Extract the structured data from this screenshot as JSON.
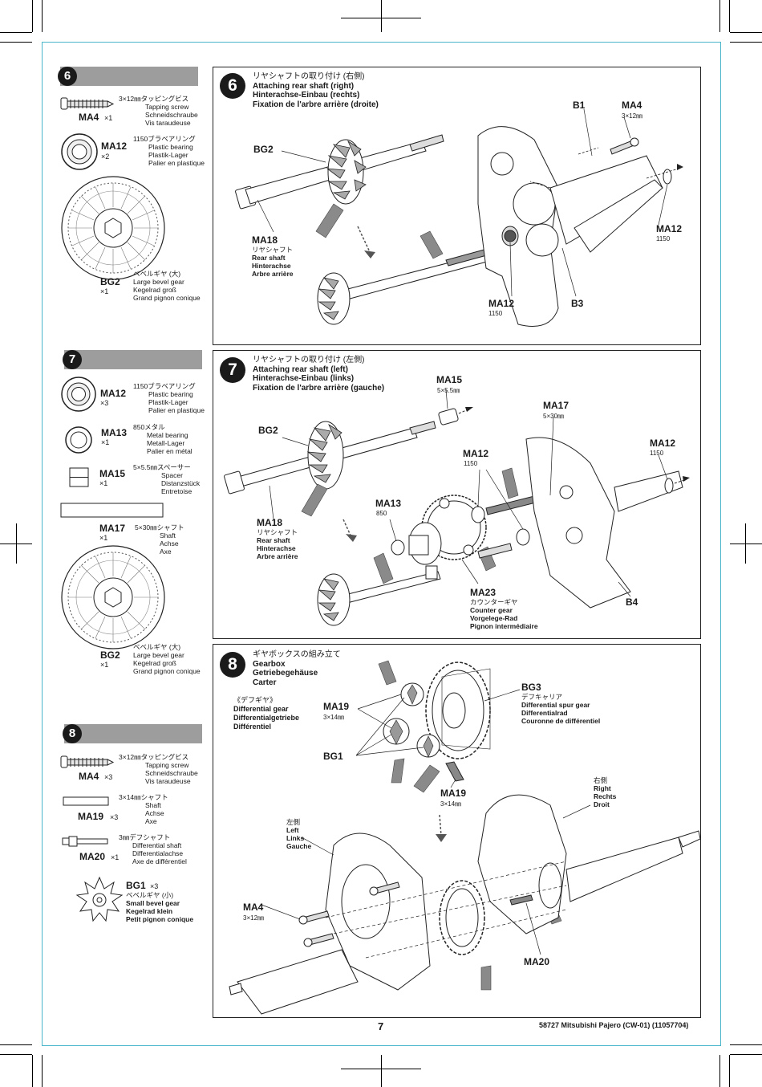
{
  "page": {
    "number": "7",
    "footer": "58727  Mitsubishi Pajero (CW-01) (11057704)"
  },
  "step6": {
    "number": "6",
    "parts": [
      {
        "code": "MA4",
        "qty": "×1",
        "lines": [
          "3×12㎜タッピングビス",
          "Tapping screw",
          "Schneidschraube",
          "Vis taraudeuse"
        ]
      },
      {
        "code": "MA12",
        "qty": "×2",
        "lines": [
          "1150ブラベアリング",
          "Plastic bearing",
          "Plastik-Lager",
          "Palier en plastique"
        ]
      },
      {
        "code": "BG2",
        "qty": "×1",
        "lines": [
          "ベベルギヤ (大)",
          "Large bevel gear",
          "Kegelrad groß",
          "Grand pignon conique"
        ]
      }
    ],
    "panel": {
      "title_jp": "リヤシャフトの取り付け (右側)",
      "title_en": "Attaching rear shaft (right)",
      "title_de": "Hinterachse-Einbau (rechts)",
      "title_fr": "Fixation de l'arbre arrière (droite)",
      "labels": {
        "b1": "B1",
        "ma4": "MA4",
        "ma4_spec": "3×12㎜",
        "bg2": "BG2",
        "ma12_right": "MA12",
        "ma12_right_spec": "1150",
        "ma12_bottom": "MA12",
        "ma12_bottom_spec": "1150",
        "b3": "B3"
      },
      "ma18": {
        "code": "MA18",
        "lines": [
          "リヤシャフト",
          "Rear shaft",
          "Hinterachse",
          "Arbre arrière"
        ]
      }
    }
  },
  "step7": {
    "number": "7",
    "parts": [
      {
        "code": "MA12",
        "qty": "×3",
        "lines": [
          "1150ブラベアリング",
          "Plastic bearing",
          "Plastik-Lager",
          "Palier en plastique"
        ]
      },
      {
        "code": "MA13",
        "qty": "×1",
        "lines": [
          "850メタル",
          "Metal bearing",
          "Metall-Lager",
          "Palier en métal"
        ]
      },
      {
        "code": "MA15",
        "qty": "×1",
        "lines": [
          "5×5.5㎜スペーサー",
          "Spacer",
          "Distanzstück",
          "Entretoise"
        ]
      },
      {
        "code": "MA17",
        "qty": "×1",
        "lines": [
          "5×30㎜シャフト",
          "Shaft",
          "Achse",
          "Axe"
        ]
      },
      {
        "code": "BG2",
        "qty": "×1",
        "lines": [
          "ベベルギヤ (大)",
          "Large bevel gear",
          "Kegelrad groß",
          "Grand pignon conique"
        ]
      }
    ],
    "panel": {
      "title_jp": "リヤシャフトの取り付け (左側)",
      "title_en": "Attaching rear shaft (left)",
      "title_de": "Hinterachse-Einbau (links)",
      "title_fr": "Fixation de l'arbre arrière (gauche)",
      "labels": {
        "ma15": "MA15",
        "ma15_spec": "5×5.5㎜",
        "ma17": "MA17",
        "ma17_spec": "5×30㎜",
        "bg2": "BG2",
        "ma12_mid": "MA12",
        "ma12_mid_spec": "1150",
        "ma12_right": "MA12",
        "ma12_right_spec": "1150",
        "ma13": "MA13",
        "ma13_spec": "850",
        "b4": "B4"
      },
      "ma18": {
        "code": "MA18",
        "lines": [
          "リヤシャフト",
          "Rear shaft",
          "Hinterachse",
          "Arbre arrière"
        ]
      },
      "ma23": {
        "code": "MA23",
        "lines": [
          "カウンターギヤ",
          "Counter gear",
          "Vorgelege-Rad",
          "Pignon intermédiaire"
        ]
      }
    }
  },
  "step8": {
    "number": "8",
    "parts": [
      {
        "code": "MA4",
        "qty": "×3",
        "lines": [
          "3×12㎜タッピングビス",
          "Tapping screw",
          "Schneidschraube",
          "Vis taraudeuse"
        ]
      },
      {
        "code": "MA19",
        "qty": "×3",
        "lines": [
          "3×14㎜シャフト",
          "Shaft",
          "Achse",
          "Axe"
        ]
      },
      {
        "code": "MA20",
        "qty": "×1",
        "lines": [
          "3㎜デフシャフト",
          "Differential shaft",
          "Differentialachse",
          "Axe de différentiel"
        ]
      },
      {
        "code": "BG1",
        "qty": "×3",
        "lines": [
          "ベベルギヤ (小)",
          "Small bevel gear",
          "Kegelrad klein",
          "Petit pignon conique"
        ]
      }
    ],
    "panel": {
      "title_jp": "ギヤボックスの組み立て",
      "title_en": "Gearbox",
      "title_de": "Getriebegehäuse",
      "title_fr": "Carter",
      "diff": [
        "《デフギヤ》",
        "Differential gear",
        "Differentialgetriebe",
        "Différentiel"
      ],
      "bg3": {
        "code": "BG3",
        "lines": [
          "デフキャリア",
          "Differential spur gear",
          "Differentialrad",
          "Couronne de différentiel"
        ]
      },
      "right_side": [
        "右側",
        "Right",
        "Rechts",
        "Droit"
      ],
      "left_side": [
        "左側",
        "Left",
        "Links",
        "Gauche"
      ],
      "labels": {
        "ma19_a": "MA19",
        "ma19_a_spec": "3×14㎜",
        "bg1": "BG1",
        "ma19_b": "MA19",
        "ma19_b_spec": "3×14㎜",
        "ma4": "MA4",
        "ma4_spec": "3×12㎜",
        "ma20": "MA20"
      }
    }
  }
}
